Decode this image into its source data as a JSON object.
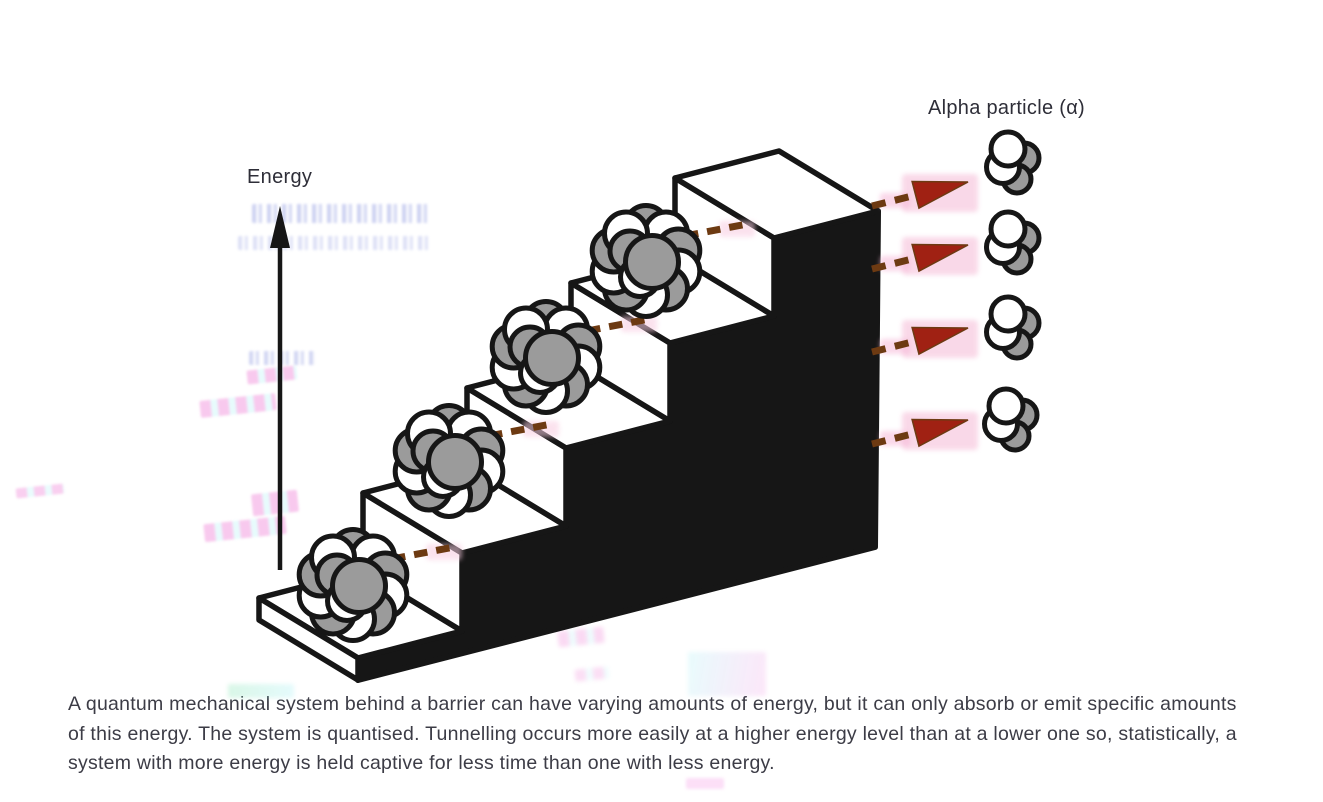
{
  "figure": {
    "energy_axis_label": "Energy",
    "alpha_particle_label": "Alpha particle (α)",
    "step_count": 5,
    "nucleus_count": 4,
    "alpha_particle_count": 4,
    "tunnelling_arrow_count": 4
  },
  "caption": {
    "lines": [
      "A quantum mechanical system behind a barrier can have varying amounts of energy, but it can only absorb or emit specific amounts",
      "of this energy. The system is quantised. Tunnelling occurs more easily at a higher energy level than at a lower one so, statistically, a",
      "system with more energy is held captive for less time than one with less energy."
    ]
  },
  "colors": {
    "background": "#ffffff",
    "ink": "#161616",
    "nucleon_gray": "#9b9b9b",
    "arrow_dash_brown": "#6d3a12",
    "arrowhead_red": "#a02113",
    "artifact_pink": "#f8cce1",
    "caption_text": "#3c3c46"
  }
}
